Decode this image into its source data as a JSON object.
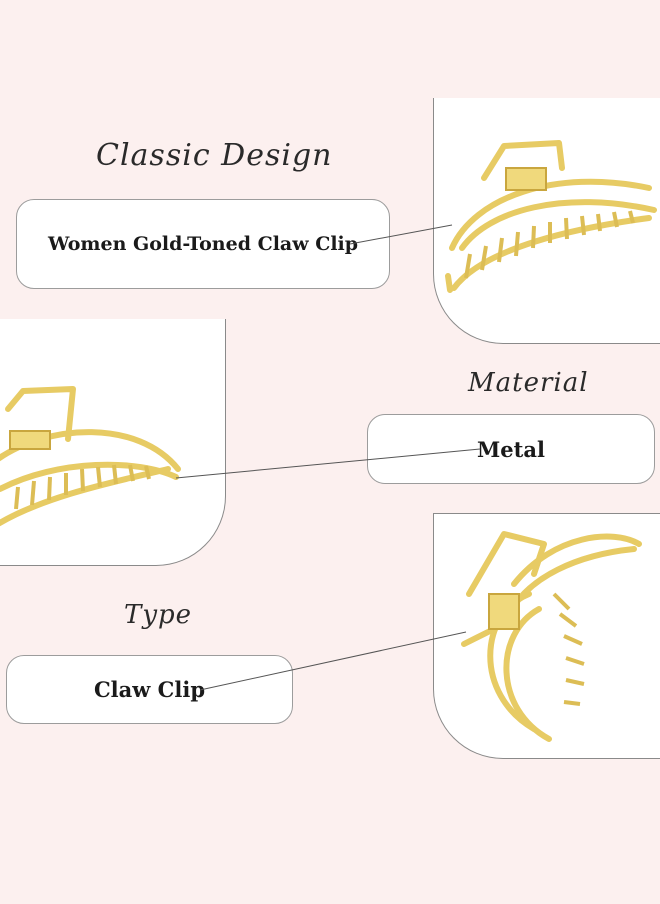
{
  "features": [
    {
      "heading": "Classic Design",
      "value": "Women Gold-Toned Claw Clip"
    },
    {
      "heading": "Material",
      "value": "Metal"
    },
    {
      "heading": "Type",
      "value": "Claw Clip"
    }
  ],
  "colors": {
    "background": "#fcf0ef",
    "panel": "#ffffff",
    "gold": "#e9cf6e",
    "gold_dark": "#c9a63e"
  },
  "icons": [
    "claw-clip-image",
    "claw-clip-image",
    "claw-clip-image"
  ]
}
